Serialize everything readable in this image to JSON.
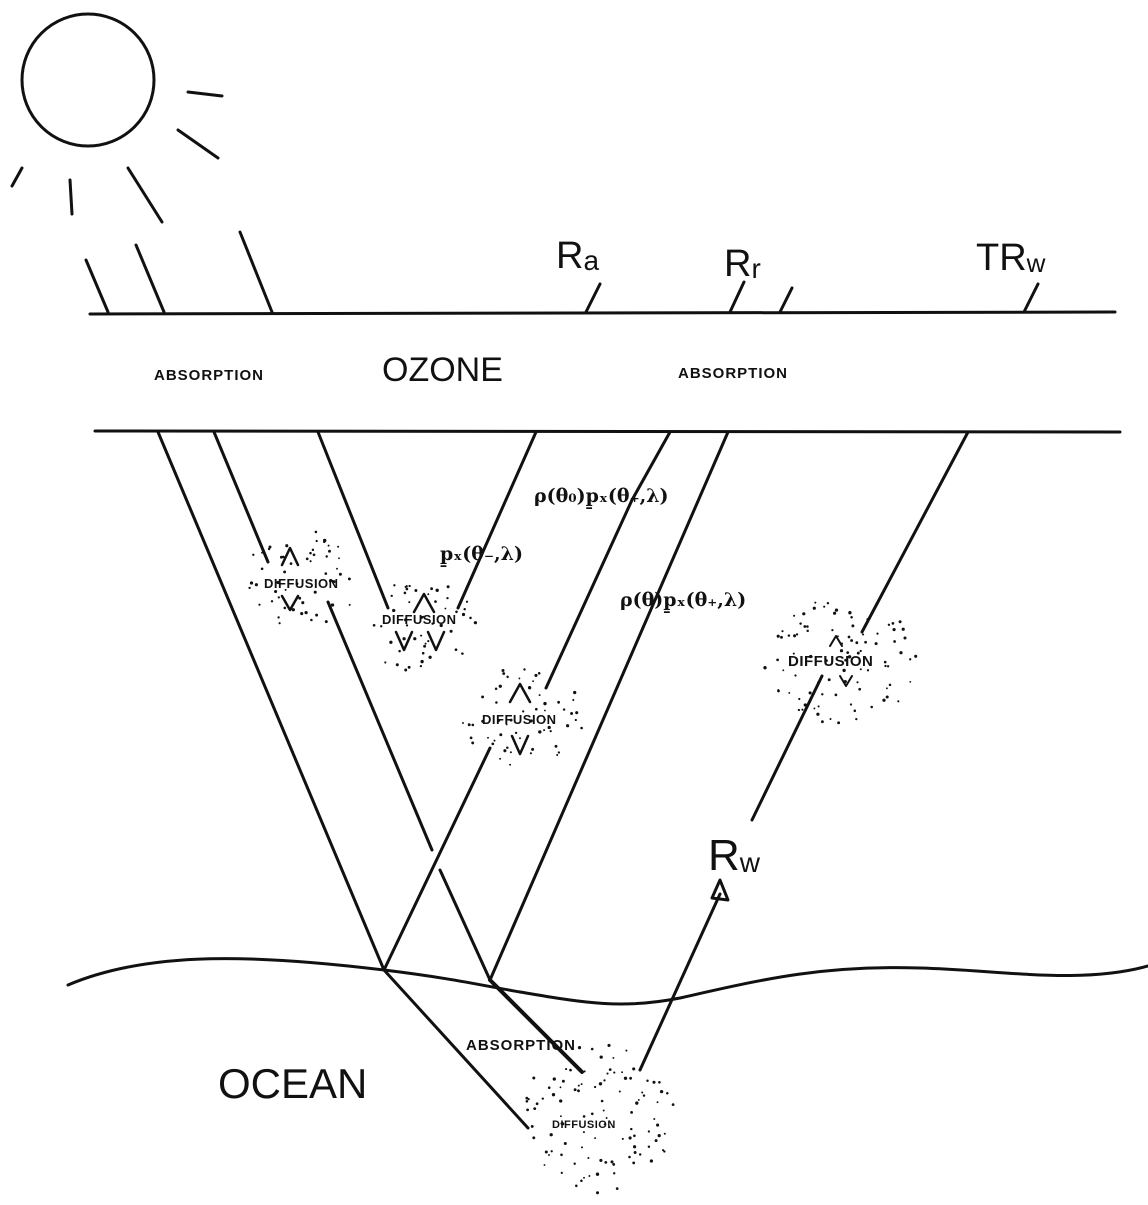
{
  "atmosphere": {
    "absorption_left": "ABSORPTION",
    "ozone": "OZONE",
    "absorption_right": "ABSORPTION"
  },
  "top_labels": {
    "ra": {
      "main": "R",
      "sub": "a"
    },
    "rr": {
      "main": "R",
      "sub": "r"
    },
    "trw": {
      "main": "TR",
      "sub": "w"
    }
  },
  "formulas": {
    "p_minus": "p̱ₓ(θ₋,λ)",
    "rho0_p_plus": "ρ(θ₀)p̱ₓ(θ₊,λ)",
    "rho_p_plus": "ρ(θ)p̱ₓ(θ₊,λ)"
  },
  "diffusion_labels": {
    "d1": "DIFFUSION",
    "d2": "DIFFUSION",
    "d3": "DIFFUSION",
    "d4": "DIFFUSION",
    "d5": "DIFFUSION"
  },
  "rw": {
    "main": "R",
    "sub": "w"
  },
  "ocean": {
    "name": "OCEAN",
    "absorption": "ABSORPTION"
  },
  "colors": {
    "ink": "#111111",
    "background": "#ffffff"
  }
}
